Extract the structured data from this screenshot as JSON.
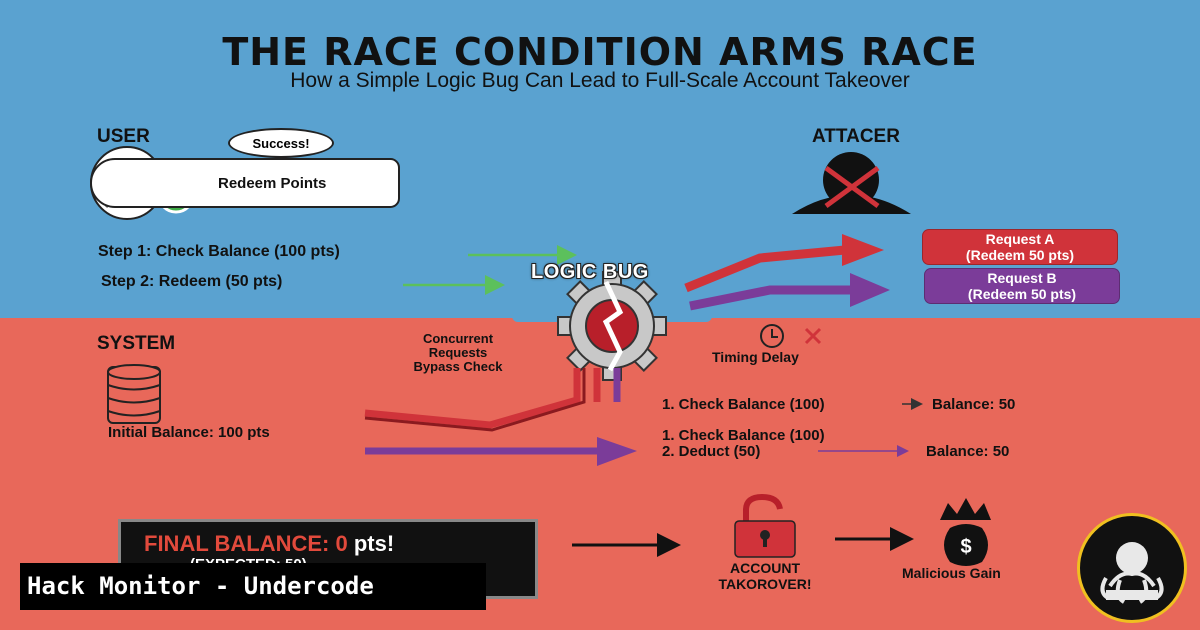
{
  "header": {
    "title": "THE RACE CONDITION ARMS RACE",
    "subtitle": "How a Simple Logic Bug Can Lead to Full-Scale Account Takeover"
  },
  "user": {
    "label": "USER",
    "thought": "Success!",
    "action": "Redeem Points"
  },
  "attacker": {
    "label": "ATTACER"
  },
  "steps": {
    "step1": "Step 1: Check Balance (100 pts)",
    "step2": "Step 2: Redeem (50 pts)"
  },
  "logic_bug": {
    "label": "LOGIC BUG"
  },
  "requests": {
    "a_line1": "Request A",
    "a_line2": "(Redeem 50 pts)",
    "b_line1": "Request B",
    "b_line2": "(Redeem 50 pts)"
  },
  "system": {
    "label": "SYSTEM",
    "initial_balance": "Initial Balance: 100 pts",
    "concurrent": [
      "Concurrent",
      "Requests",
      "Bypass Check"
    ],
    "timing": "Timing Delay",
    "thread1_check": "1. Check Balance (100)",
    "thread1_balance": "Balance: 50",
    "thread2_check": "1. Check Balance (100)",
    "thread2_deduct": "2. Deduct (50)",
    "thread2_balance": "Balance: 50"
  },
  "final": {
    "label": "FINAL BALANCE:",
    "value": "0",
    "unit": "pts!",
    "expected": "(EXPECTED: 50)"
  },
  "outcome": {
    "takeover": [
      "ACCOUNT",
      "TAKOROVER!"
    ],
    "gain": "Malicious Gain"
  },
  "watermark": "Hack Monitor - Undercode",
  "colors": {
    "sky": "#5aa2d0",
    "coral": "#e8685a",
    "red": "#d0333a",
    "purple": "#7b3c99",
    "green": "#5cc05c"
  }
}
